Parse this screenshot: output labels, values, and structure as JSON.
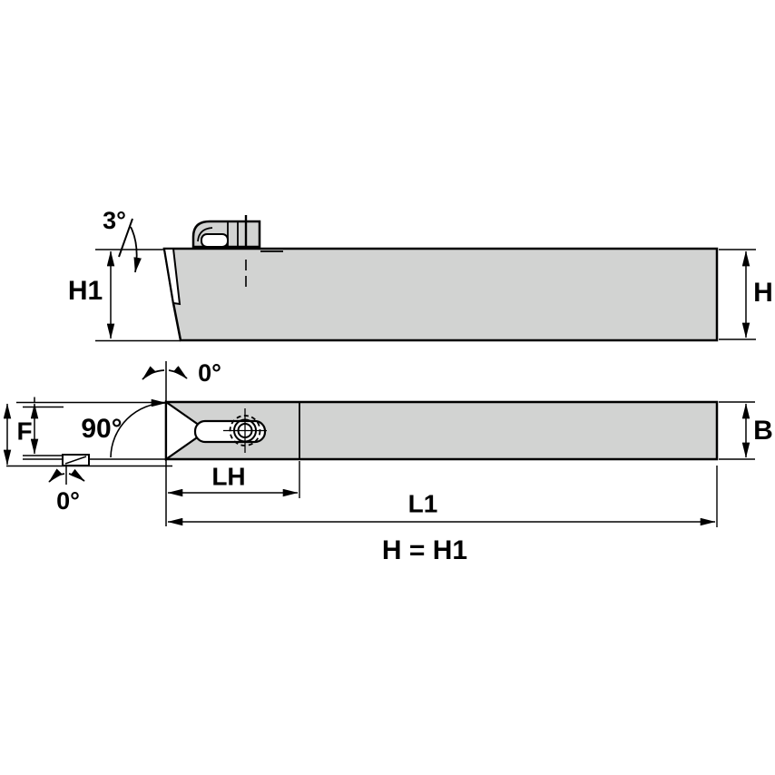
{
  "colors": {
    "background": "#ffffff",
    "line": "#000000",
    "body_fill": "#d2d3d2"
  },
  "side_view": {
    "rake_angle_label": "3°",
    "height_left_label": "H1",
    "height_right_label": "H"
  },
  "plan_view": {
    "inclination_top_label": "0°",
    "lead_angle_label": "90°",
    "front_distance_label": "F",
    "inclination_front_label": "0°",
    "head_length_label": "LH",
    "overall_length_label": "L1",
    "shank_width_label": "B"
  },
  "footer": {
    "equation": "H = H1"
  }
}
